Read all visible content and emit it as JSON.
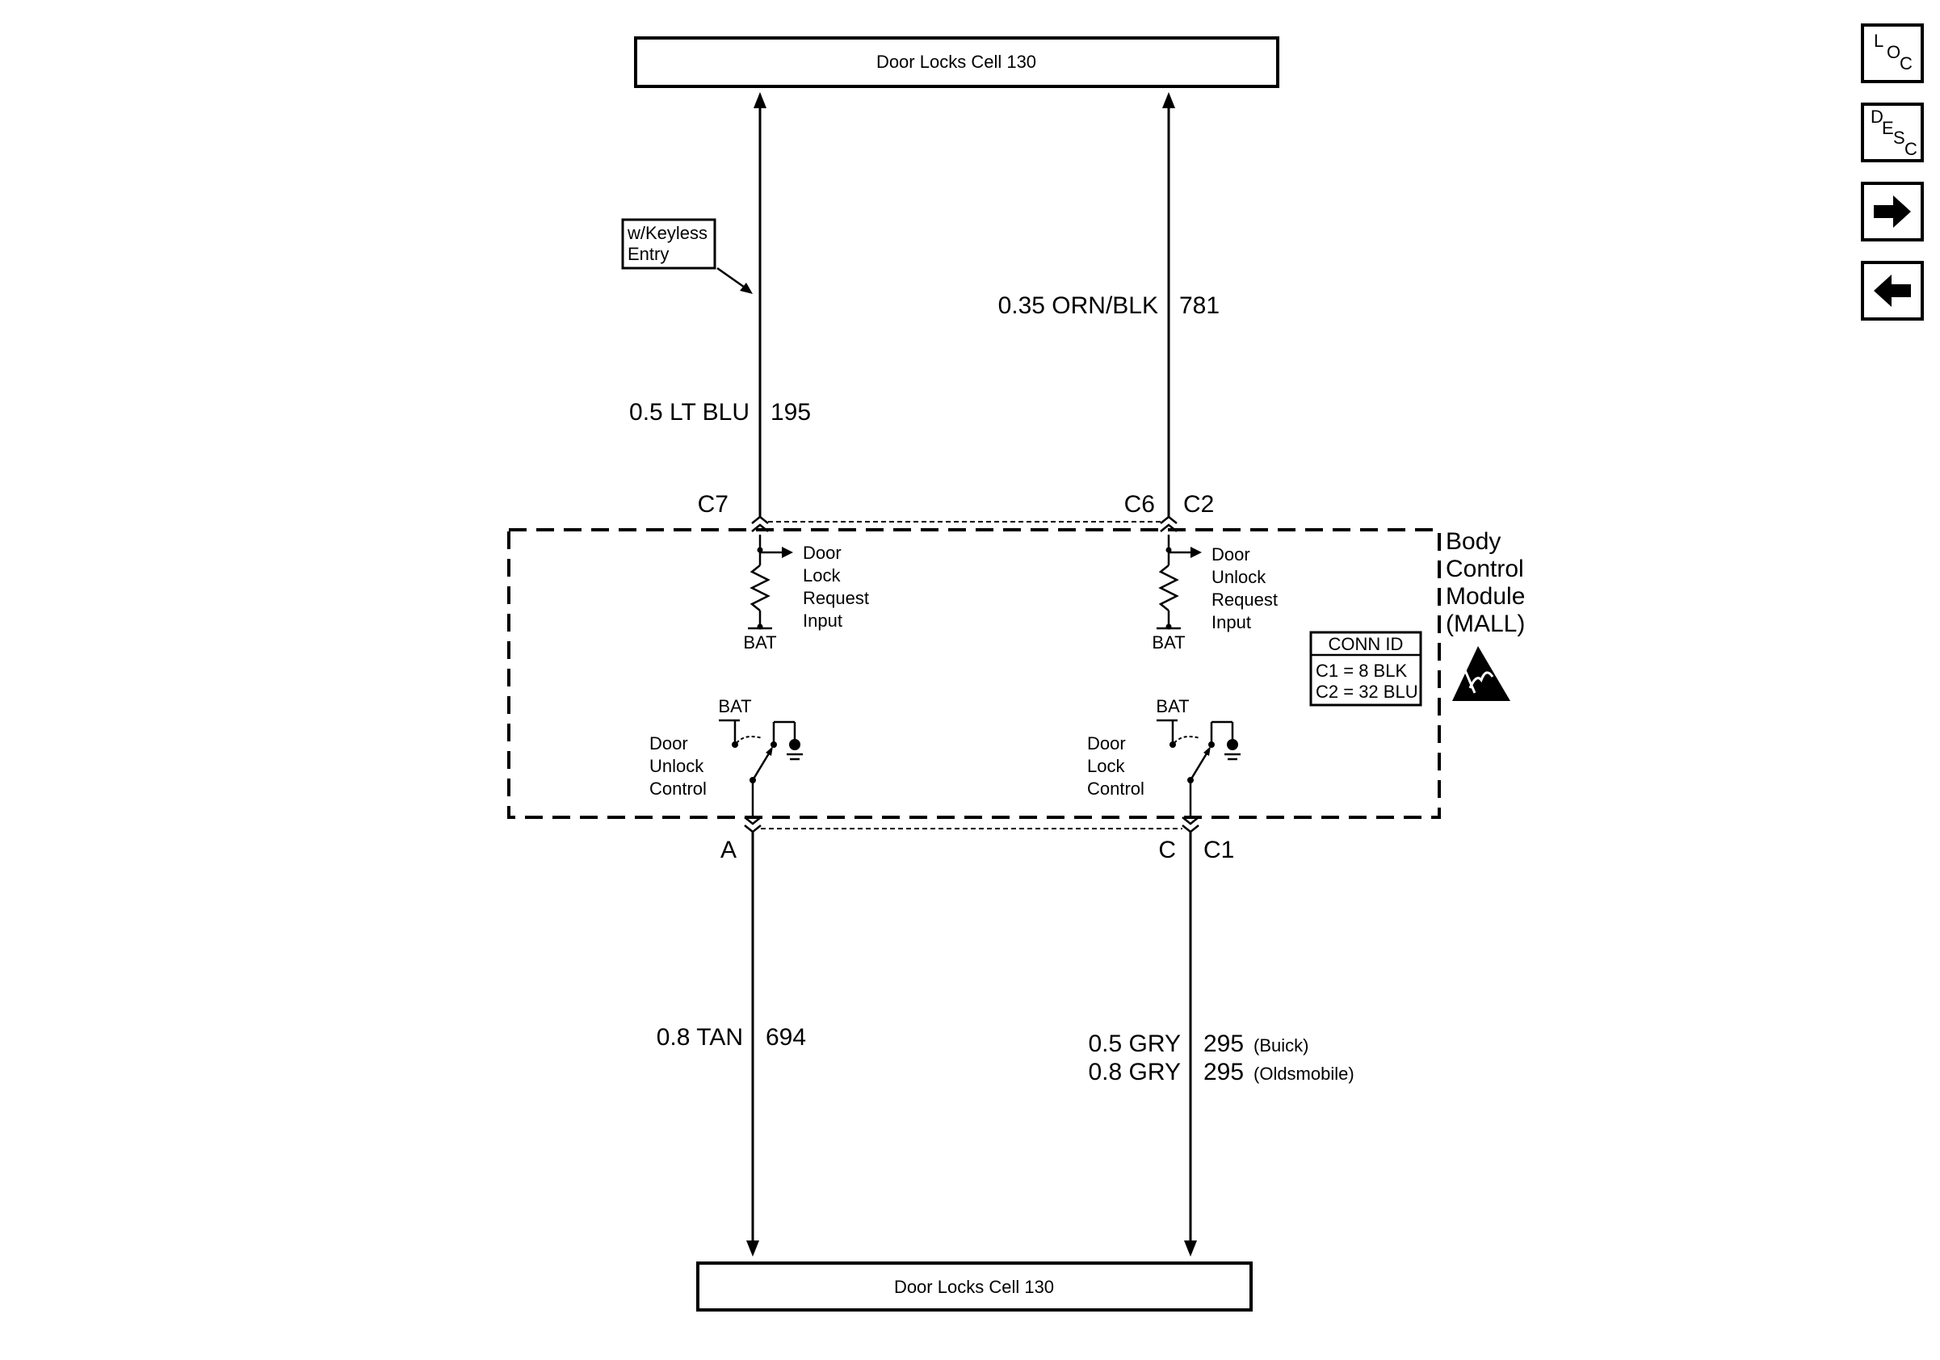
{
  "top_cell": {
    "label": "Door Locks Cell 130"
  },
  "bottom_cell": {
    "label": "Door Locks Cell 130"
  },
  "keyless_note": {
    "line1": "w/Keyless",
    "line2": "Entry"
  },
  "wires": {
    "left_upper": {
      "gauge_color": "0.5 LT BLU",
      "circuit": "195"
    },
    "right_upper": {
      "gauge_color": "0.35 ORN/BLK",
      "circuit": "781"
    },
    "left_lower": {
      "gauge_color": "0.8 TAN",
      "circuit": "694"
    },
    "right_lower": {
      "gauge_color_1": "0.5 GRY",
      "circuit_1": "295",
      "note_1": "(Buick)",
      "gauge_color_2": "0.8 GRY",
      "circuit_2": "295",
      "note_2": "(Oldsmobile)"
    }
  },
  "pins": {
    "c7": "C7",
    "c6": "C6",
    "c2": "C2",
    "a": "A",
    "c": "C",
    "c1": "C1"
  },
  "module": {
    "line1": "Body",
    "line2": "Control",
    "line3": "Module",
    "line4": "(MALL)",
    "conn_id": {
      "title": "CONN ID",
      "row1": "C1 = 8 BLK",
      "row2": "C2 = 32 BLU"
    }
  },
  "inputs": {
    "lock": {
      "l1": "Door",
      "l2": "Lock",
      "l3": "Request",
      "l4": "Input",
      "bat": "BAT"
    },
    "unlock": {
      "l1": "Door",
      "l2": "Unlock",
      "l3": "Request",
      "l4": "Input",
      "bat": "BAT"
    }
  },
  "controls": {
    "unlock": {
      "l1": "Door",
      "l2": "Unlock",
      "l3": "Control",
      "bat": "BAT"
    },
    "lock": {
      "l1": "Door",
      "l2": "Lock",
      "l3": "Control",
      "bat": "BAT"
    }
  },
  "nav": {
    "loc": {
      "a": "L",
      "b": "O",
      "c": "C"
    },
    "desc": {
      "a": "D",
      "b": "E",
      "c": "S",
      "d": "C"
    },
    "next_icon": "arrow-right-icon",
    "prev_icon": "arrow-left-icon"
  }
}
